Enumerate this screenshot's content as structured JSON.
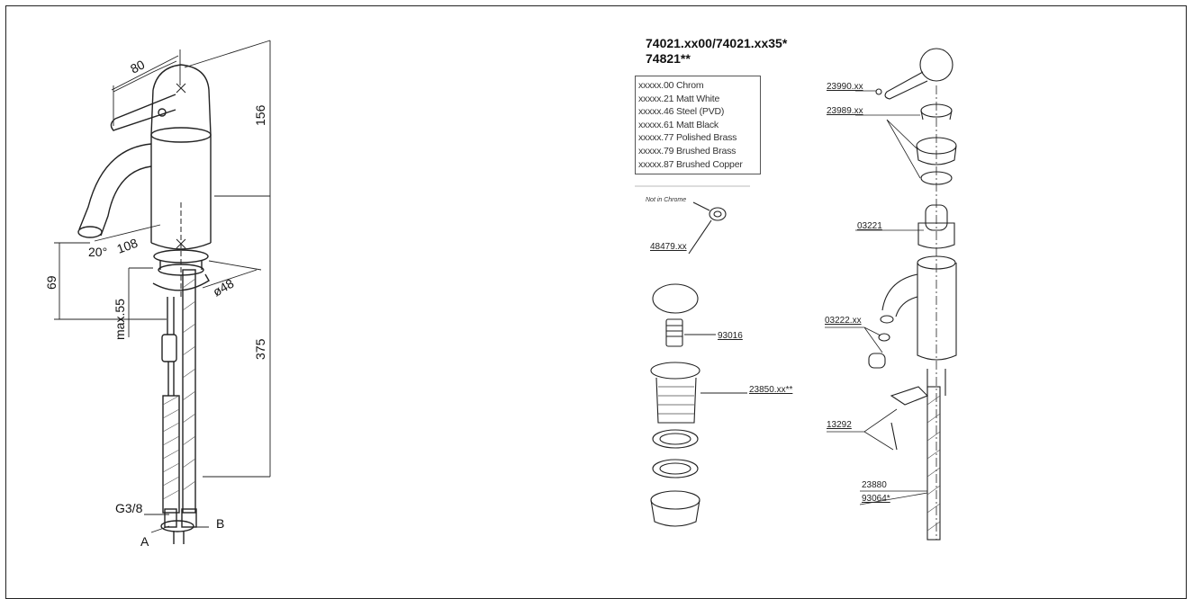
{
  "dimensions": {
    "handle_length": "80",
    "upper_height": "156",
    "spout_reach": "108",
    "spout_angle": "20°",
    "spout_height": "69",
    "base_diameter": "ø48",
    "max_deck": "max.55",
    "hose_length": "375",
    "thread": "G3/8",
    "connection_a": "A",
    "connection_b": "B"
  },
  "models": {
    "line1": "74021.xx00/74021.xx35*",
    "line2": "74821**"
  },
  "finishes": [
    "xxxxx.00 Chrom",
    "xxxxx.21 Matt White",
    "xxxxx.46 Steel (PVD)",
    "xxxxx.61 Matt Black",
    "xxxxx.77 Polished Brass",
    "xxxxx.79 Brushed Brass",
    "xxxxx.87 Brushed Copper"
  ],
  "note": "Not in Chrome",
  "parts": {
    "p48479": "48479.xx",
    "p93016": "93016",
    "p23850": "23850.xx**",
    "p23990": "23990.xx",
    "p23989": "23989.xx",
    "p03221": "03221",
    "p03222": "03222.xx",
    "p13292": "13292",
    "p23880": "23880",
    "p93064": "93064*"
  }
}
